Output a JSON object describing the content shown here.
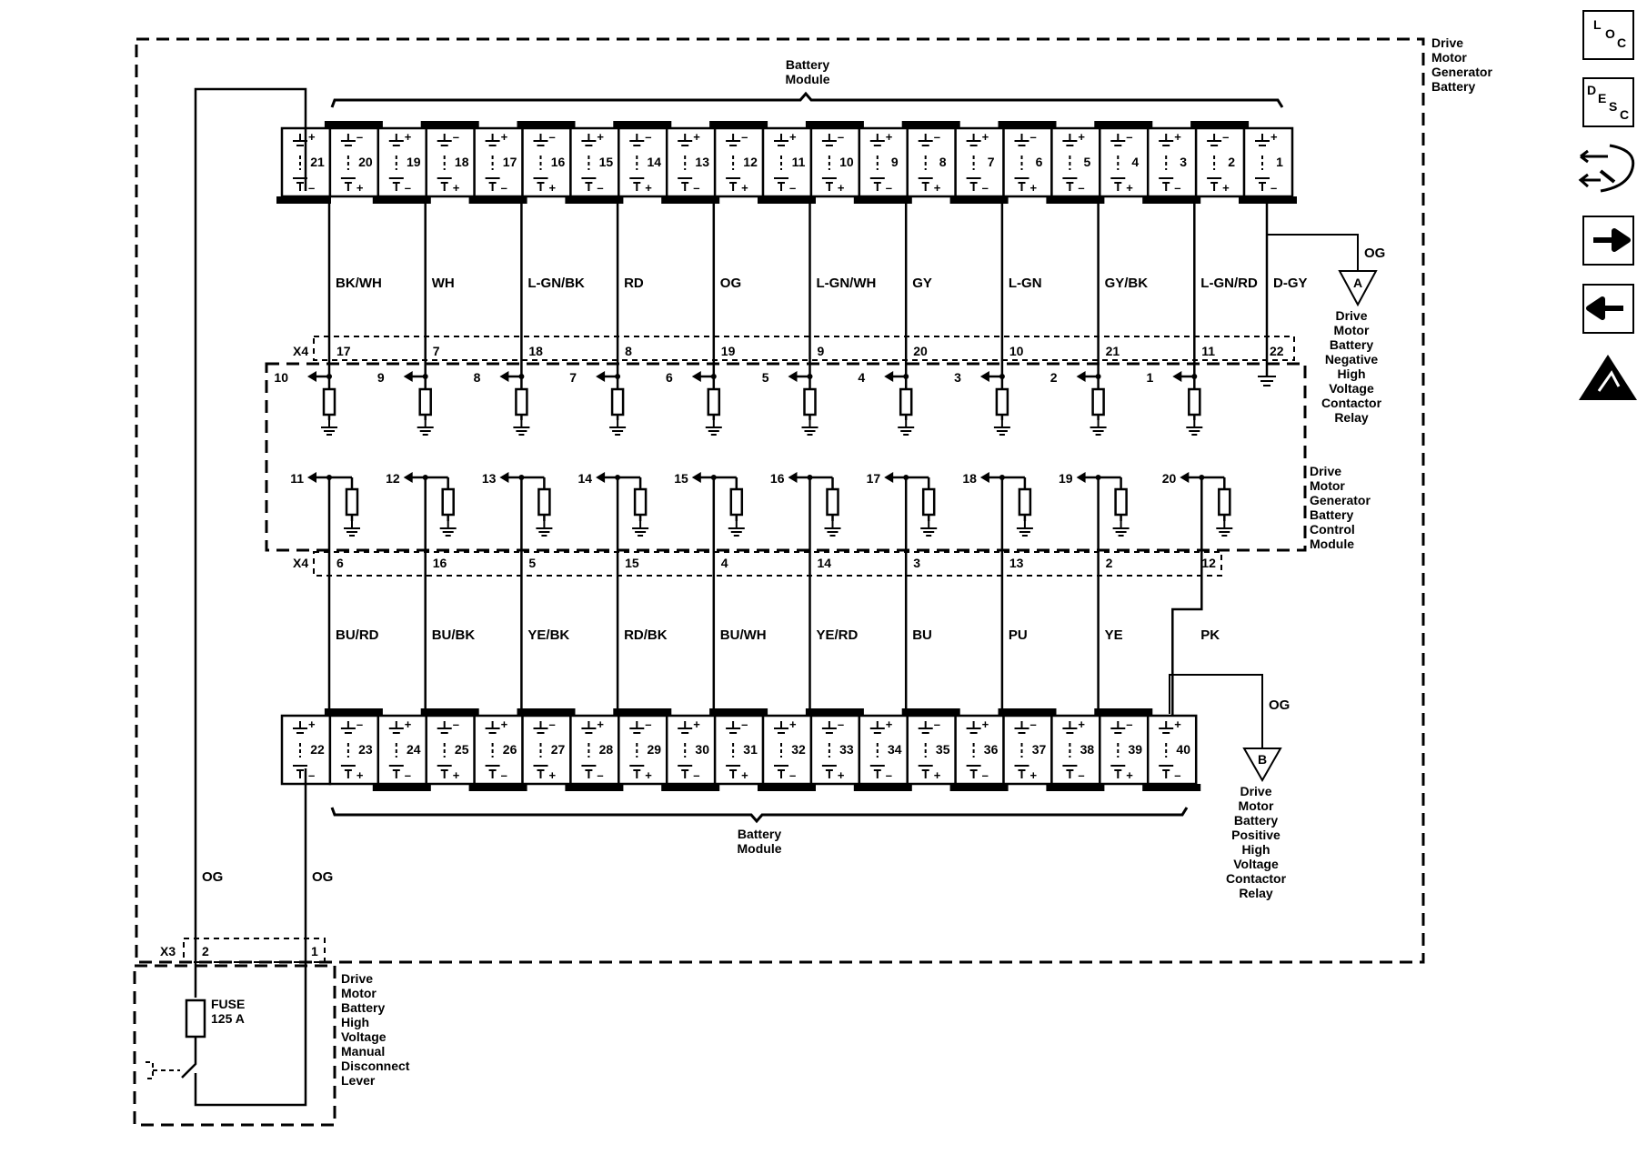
{
  "battery_module_label": "Battery\nModule",
  "battery_system_label": "Drive\nMotor\nGenerator\nBattery",
  "control_module_label": "Drive\nMotor\nGenerator\nBattery\nControl\nModule",
  "neg_relay_label": "Drive\nMotor\nBattery\nNegative\nHigh\nVoltage\nContactor\nRelay",
  "pos_relay_label": "Drive\nMotor\nBattery\nPositive\nHigh\nVoltage\nContactor\nRelay",
  "disconnect_label": "Drive\nMotor\nBattery\nHigh\nVoltage\nManual\nDisconnect\nLever",
  "fuse_label": "FUSE\n125 A",
  "connector_x4": "X4",
  "connector_x3": "X3",
  "ref_a": "A",
  "ref_b": "B",
  "og": "OG",
  "top_cells": [
    "21",
    "20",
    "19",
    "18",
    "17",
    "16",
    "15",
    "14",
    "13",
    "12",
    "11",
    "10",
    "9",
    "8",
    "7",
    "6",
    "5",
    "4",
    "3",
    "2",
    "1"
  ],
  "bottom_cells": [
    "22",
    "23",
    "24",
    "25",
    "26",
    "27",
    "28",
    "29",
    "30",
    "31",
    "32",
    "33",
    "34",
    "35",
    "36",
    "37",
    "38",
    "39",
    "40"
  ],
  "upper_wires": [
    {
      "color": "BK/WH",
      "x4_pin": "17",
      "module_pin": "10"
    },
    {
      "color": "WH",
      "x4_pin": "7",
      "module_pin": "9"
    },
    {
      "color": "L-GN/BK",
      "x4_pin": "18",
      "module_pin": "8"
    },
    {
      "color": "RD",
      "x4_pin": "8",
      "module_pin": "7"
    },
    {
      "color": "OG",
      "x4_pin": "19",
      "module_pin": "6"
    },
    {
      "color": "L-GN/WH",
      "x4_pin": "9",
      "module_pin": "5"
    },
    {
      "color": "GY",
      "x4_pin": "20",
      "module_pin": "4"
    },
    {
      "color": "L-GN",
      "x4_pin": "10",
      "module_pin": "3"
    },
    {
      "color": "GY/BK",
      "x4_pin": "21",
      "module_pin": "2"
    },
    {
      "color": "L-GN/RD",
      "x4_pin": "11",
      "module_pin": "1"
    }
  ],
  "upper_extra": {
    "color": "D-GY",
    "x4_pin": "22"
  },
  "lower_wires": [
    {
      "color": "BU/RD",
      "x4_pin": "6",
      "module_pin": "11"
    },
    {
      "color": "BU/BK",
      "x4_pin": "16",
      "module_pin": "12"
    },
    {
      "color": "YE/BK",
      "x4_pin": "5",
      "module_pin": "13"
    },
    {
      "color": "RD/BK",
      "x4_pin": "15",
      "module_pin": "14"
    },
    {
      "color": "BU/WH",
      "x4_pin": "4",
      "module_pin": "15"
    },
    {
      "color": "YE/RD",
      "x4_pin": "14",
      "module_pin": "16"
    },
    {
      "color": "BU",
      "x4_pin": "3",
      "module_pin": "17"
    },
    {
      "color": "PU",
      "x4_pin": "13",
      "module_pin": "18"
    },
    {
      "color": "YE",
      "x4_pin": "2",
      "module_pin": "19"
    },
    {
      "color": "PK",
      "x4_pin": "12",
      "module_pin": "20"
    }
  ],
  "x3_pins": [
    "2",
    "1"
  ],
  "nav_icons": [
    {
      "name": "loc-icon",
      "label": "LOC"
    },
    {
      "name": "desc-icon",
      "label": "DESC"
    },
    {
      "name": "connector-wrench-icon",
      "label": ""
    },
    {
      "name": "next-arrow-icon",
      "label": ""
    },
    {
      "name": "prev-arrow-icon",
      "label": ""
    },
    {
      "name": "esd-warning-icon",
      "label": ""
    }
  ]
}
